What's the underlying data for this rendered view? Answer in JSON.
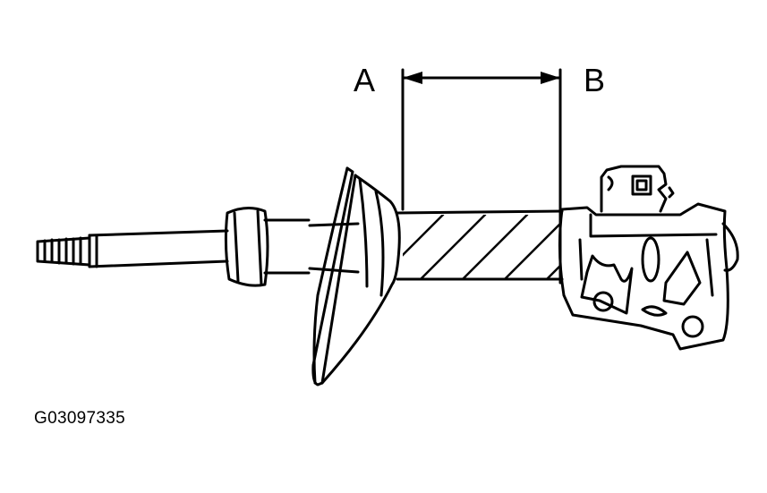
{
  "diagram": {
    "labels": {
      "a": "A",
      "b": "B"
    },
    "figure_id": "G03097335",
    "line_color": "#000000",
    "background": "#ffffff"
  }
}
